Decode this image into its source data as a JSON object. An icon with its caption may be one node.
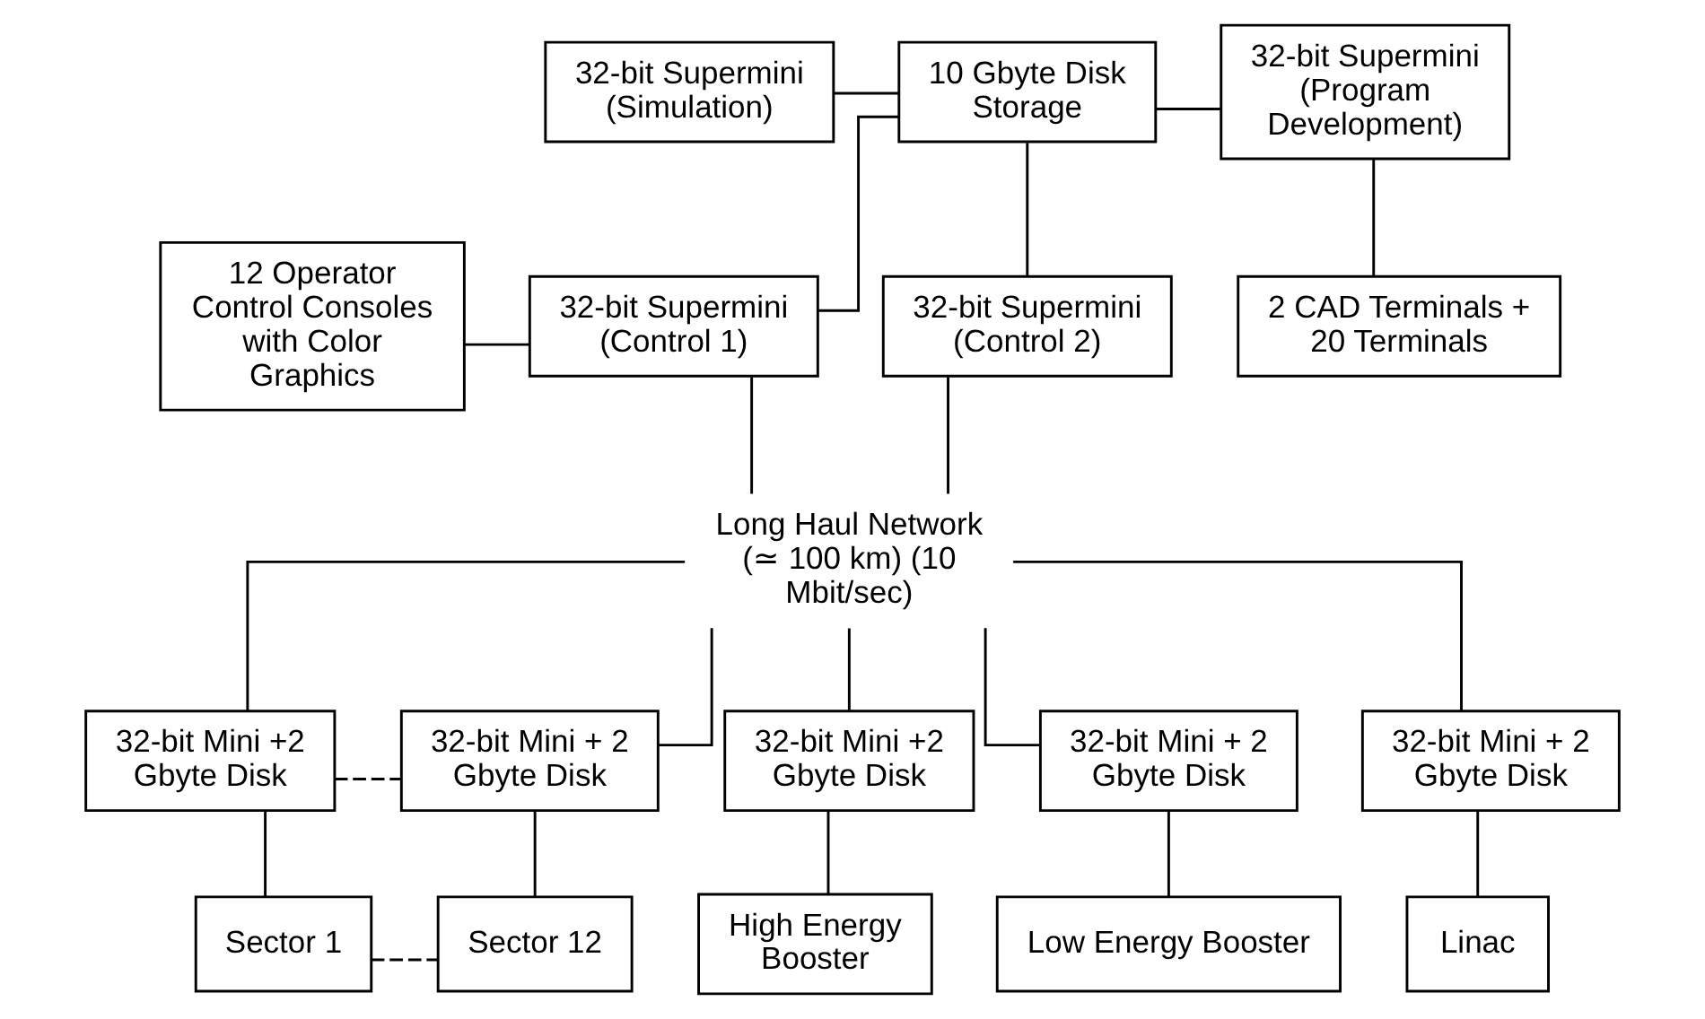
{
  "diagram": {
    "nodes": [
      {
        "text": [
          "32-bit Supermini (Simulation)"
        ]
      },
      {
        "text": [
          "10 Gbyte Disk Storage"
        ]
      },
      {
        "text": [
          "32-bit Supermini (Program Development)"
        ]
      },
      {
        "text": [
          "12 Operator Control Consoles with Color Graphics"
        ]
      },
      {
        "text": [
          "32-bit Supermini (Control 1)"
        ]
      },
      {
        "text": [
          "32-bit Supermini (Control 2)"
        ]
      },
      {
        "text": [
          "2 CAD Terminals + 20 Terminals"
        ]
      },
      {
        "text": [
          "Long Haul Network (≃ 100 km) (10 Mbit/sec)"
        ]
      },
      {
        "text": [
          "32-bit Mini +2 Gbyte Disk"
        ]
      },
      {
        "text": [
          "32-bit Mini + 2 Gbyte Disk"
        ]
      },
      {
        "text": [
          "32-bit Mini +2 Gbyte Disk"
        ]
      },
      {
        "text": [
          "32-bit Mini + 2 Gbyte Disk"
        ]
      },
      {
        "text": [
          "32-bit Mini + 2 Gbyte Disk"
        ]
      },
      {
        "text": [
          "Sector 1"
        ]
      },
      {
        "text": [
          "Sector 12"
        ]
      },
      {
        "text": [
          "High Energy Booster"
        ]
      },
      {
        "text": [
          "Low Energy Booster"
        ]
      },
      {
        "text": [
          "Linac"
        ]
      }
    ],
    "edges": [
      {
        "from": 0,
        "to": 1,
        "arrow": "none"
      },
      {
        "from": 1,
        "to": 2,
        "arrow": "none"
      },
      {
        "from": 1,
        "to": 4,
        "arrow": "none"
      },
      {
        "from": 1,
        "to": 5,
        "arrow": "none"
      },
      {
        "from": 2,
        "to": 6,
        "arrow": "none"
      },
      {
        "from": 3,
        "to": 4,
        "arrow": "none"
      },
      {
        "from": 4,
        "to": 7,
        "arrow": "none"
      },
      {
        "from": 5,
        "to": 7,
        "arrow": "none"
      },
      {
        "from": 7,
        "to": 8,
        "arrow": "none"
      },
      {
        "from": 7,
        "to": 9,
        "arrow": "none"
      },
      {
        "from": 7,
        "to": 10,
        "arrow": "none"
      },
      {
        "from": 7,
        "to": 11,
        "arrow": "none"
      },
      {
        "from": 7,
        "to": 12,
        "arrow": "none"
      },
      {
        "from": 8,
        "to": 9,
        "arrow": "none",
        "style": "dashed"
      },
      {
        "from": 8,
        "to": 13,
        "arrow": "none"
      },
      {
        "from": 9,
        "to": 14,
        "arrow": "none"
      },
      {
        "from": 10,
        "to": 15,
        "arrow": "none"
      },
      {
        "from": 11,
        "to": 16,
        "arrow": "none"
      },
      {
        "from": 12,
        "to": 17,
        "arrow": "none"
      },
      {
        "from": 13,
        "to": 14,
        "arrow": "none",
        "style": "dashed"
      }
    ]
  }
}
